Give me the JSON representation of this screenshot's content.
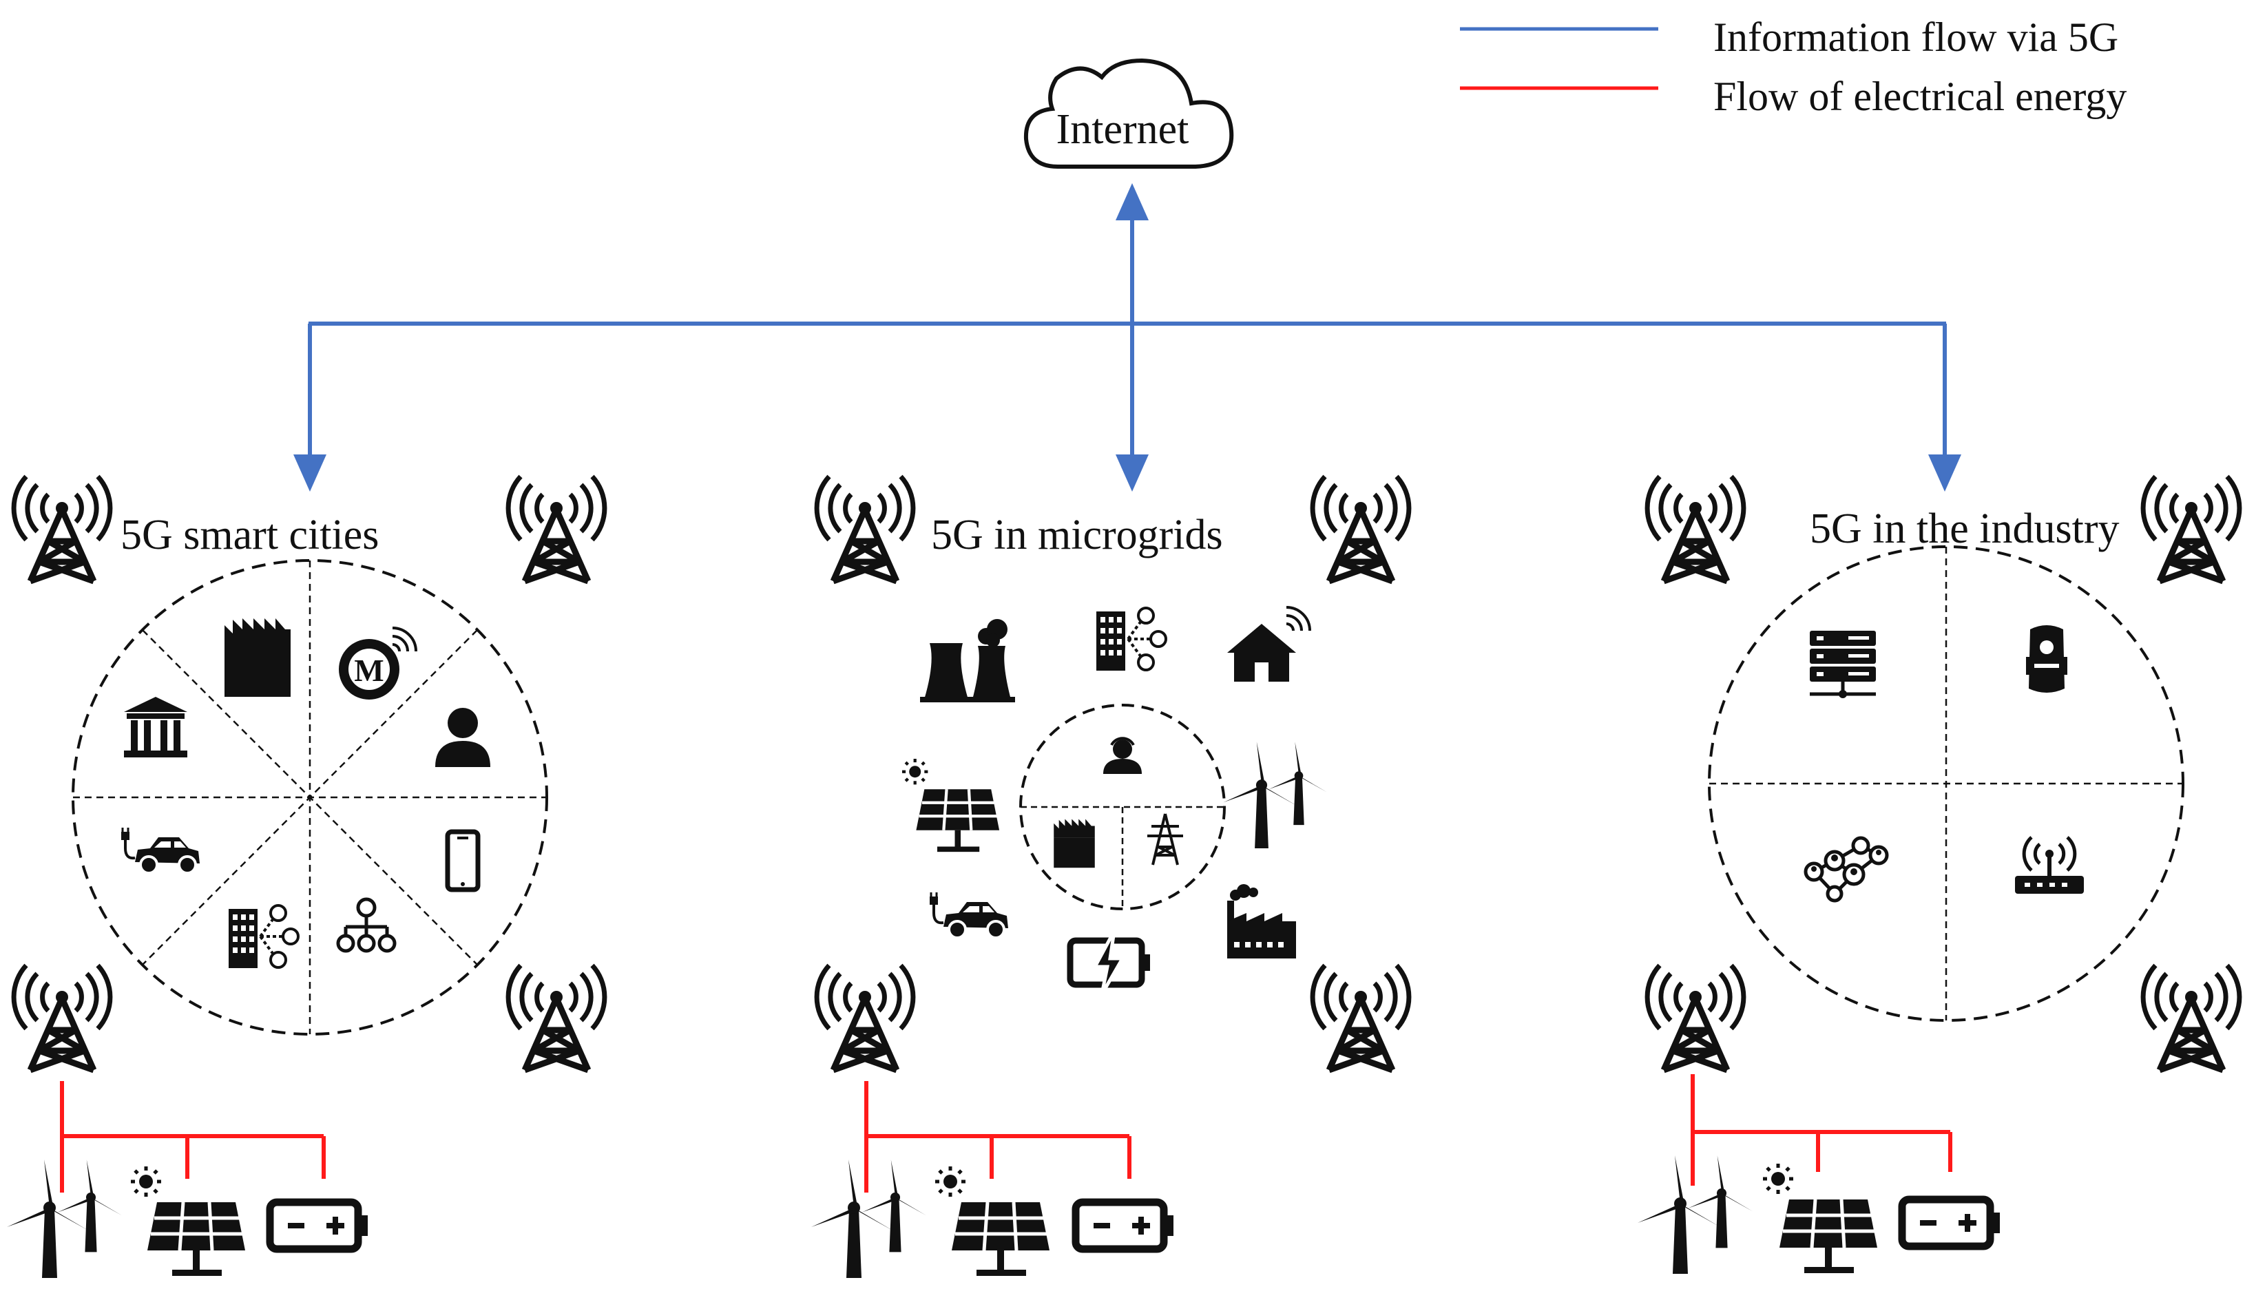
{
  "legend": {
    "info_flow": {
      "label": "Information flow via 5G",
      "color": "#4472C4"
    },
    "energy_flow": {
      "label": "Flow of electrical energy",
      "color": "#FF1A1A"
    }
  },
  "cloud": {
    "label": "Internet"
  },
  "clusters": [
    {
      "title": "5G smart cities",
      "icons": [
        "factory-icon",
        "smart-meter-icon",
        "user-icon",
        "smartphone-icon",
        "org-chart-icon",
        "smart-building-icon",
        "electric-car-icon",
        "government-building-icon"
      ],
      "energy_sources": [
        "wind-turbine-icon",
        "solar-panel-icon",
        "battery-icon"
      ]
    },
    {
      "title": "5G in microgrids",
      "icons": [
        "power-plant-icon",
        "smart-building-icon",
        "smart-home-icon",
        "wind-turbine-icon",
        "industrial-plant-icon",
        "battery-charging-icon",
        "electric-car-icon",
        "solar-panel-icon",
        "operator-icon",
        "factory-icon",
        "transmission-tower-icon"
      ],
      "energy_sources": [
        "wind-turbine-icon",
        "solar-panel-icon",
        "battery-icon"
      ]
    },
    {
      "title": "5G in the industry",
      "icons": [
        "server-icon",
        "robot-icon",
        "network-nodes-icon",
        "wifi-router-icon"
      ],
      "energy_sources": [
        "wind-turbine-icon",
        "solar-panel-icon",
        "battery-icon"
      ]
    }
  ]
}
